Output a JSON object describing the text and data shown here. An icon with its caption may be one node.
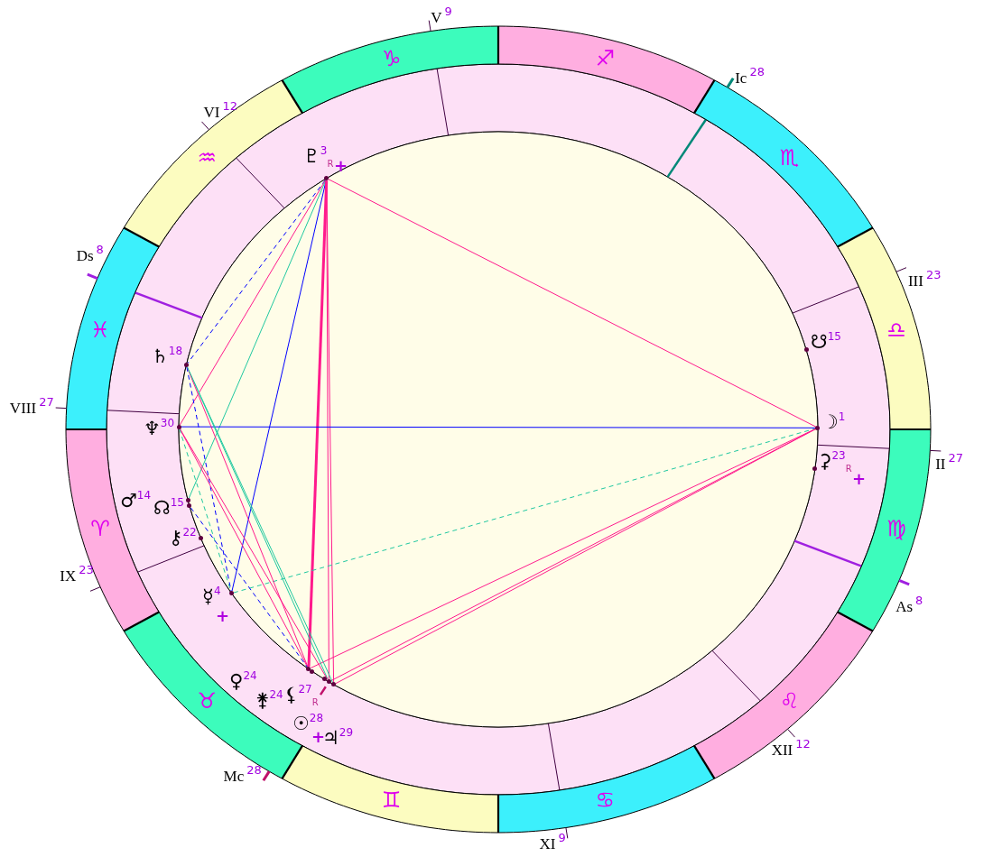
{
  "diagram": {
    "nodes": [
      {
        "text": [
          "♑"
        ]
      },
      {
        "text": [
          "♐"
        ]
      },
      {
        "text": [
          "♏"
        ]
      },
      {
        "text": [
          "♒"
        ]
      },
      {
        "text": [
          "♎"
        ]
      },
      {
        "text": [
          "♓"
        ]
      },
      {
        "text": [
          "♍"
        ]
      },
      {
        "text": [
          "♈"
        ]
      },
      {
        "text": [
          "♌"
        ]
      },
      {
        "text": [
          "♉"
        ]
      },
      {
        "text": [
          "♊"
        ]
      },
      {
        "text": [
          "♋"
        ]
      },
      {
        "text": [
          "V$^{9}$"
        ]
      },
      {
        "text": [
          "Ic$^{28}$"
        ]
      },
      {
        "text": [
          "VI$^{12}$"
        ]
      },
      {
        "text": [
          "Ds$^{8}$"
        ]
      },
      {
        "text": [
          "III$^{23}$"
        ]
      },
      {
        "text": [
          "VIII$^{27}$"
        ]
      },
      {
        "text": [
          "II$^{27}$"
        ]
      },
      {
        "text": [
          "IX$^{23}$"
        ]
      },
      {
        "text": [
          "As$^{8}$"
        ]
      },
      {
        "text": [
          "XII$^{12}$"
        ]
      },
      {
        "text": [
          "Mc$^{28}$"
        ]
      },
      {
        "text": [
          "XI$^{9}$"
        ]
      },
      {
        "text": [],
        "shape": "circle",
        "beside": [
          "♇$^{3}$$_{R}$",
          "+"
        ]
      },
      {
        "text": [],
        "shape": "circle",
        "beside": [
          "☋$^{15}$"
        ]
      },
      {
        "text": [],
        "shape": "circle",
        "beside": [
          "♄$^{18}$"
        ]
      },
      {
        "text": [],
        "shape": "circle",
        "beside": [
          "♆$^{30}$"
        ]
      },
      {
        "text": [],
        "shape": "circle",
        "beside": [
          "☽$^{1}$"
        ]
      },
      {
        "text": [],
        "shape": "circle",
        "beside": [
          "⚳$^{23}$$_{R}$",
          "+"
        ]
      },
      {
        "text": [],
        "shape": "circle"
      },
      {
        "text": [],
        "shape": "circle",
        "beside": [
          "☊$^{15}$"
        ]
      },
      {
        "text": [],
        "shape": "circle",
        "beside": [
          "⚷$^{22}$"
        ]
      },
      {
        "text": [],
        "shape": "circle",
        "beside": [
          "☿$^{4}$",
          "+"
        ]
      },
      {
        "text": [],
        "shape": "circle"
      },
      {
        "text": [],
        "shape": "circle",
        "beside": [
          "⚸$^{27}$$_{R}$"
        ]
      },
      {
        "text": [],
        "shape": "circle"
      },
      {
        "text": [],
        "shape": "circle",
        "beside": [
          "☉$^{28}$",
          "+"
        ]
      },
      {
        "text": [],
        "shape": "circle"
      }
    ],
    "edges": [
      {
        "from": 24,
        "to": 28,
        "arrow": "none"
      },
      {
        "from": 24,
        "to": 26,
        "arrow": "none",
        "style": "dashed",
        "color": "#0000ff"
      },
      {
        "from": 24,
        "to": 27,
        "arrow": "none"
      },
      {
        "from": 24,
        "to": 30,
        "arrow": "none",
        "color": "#20c8a0"
      },
      {
        "from": 24,
        "to": 33,
        "arrow": "none",
        "color": "#0000ff"
      },
      {
        "from": 24,
        "to": 34,
        "arrow": "none",
        "style": "thick"
      },
      {
        "from": 24,
        "to": 37,
        "arrow": "none"
      },
      {
        "from": 24,
        "to": 38,
        "arrow": "none"
      },
      {
        "from": 27,
        "to": 28,
        "arrow": "none",
        "color": "#0000ff"
      },
      {
        "from": 33,
        "to": 28,
        "arrow": "none",
        "style": "dashed",
        "color": "#20c8a0"
      },
      {
        "from": 34,
        "to": 28,
        "arrow": "none"
      },
      {
        "from": 37,
        "to": 28,
        "arrow": "none"
      },
      {
        "from": 38,
        "to": 28,
        "arrow": "none"
      },
      {
        "from": 26,
        "to": 37,
        "arrow": "none",
        "color": "#20c8a0"
      },
      {
        "from": 26,
        "to": 34,
        "arrow": "none"
      },
      {
        "from": 26,
        "to": 33,
        "arrow": "none",
        "style": "dashed",
        "color": "#0000ff"
      },
      {
        "from": 27,
        "to": 34,
        "arrow": "none"
      },
      {
        "from": 27,
        "to": 37,
        "arrow": "none"
      },
      {
        "from": 27,
        "to": 33,
        "arrow": "none",
        "style": "dashed",
        "color": "#20c8a0"
      },
      {
        "from": 26,
        "to": 38,
        "arrow": "none",
        "color": "#20c8a0"
      },
      {
        "from": 31,
        "to": 34,
        "arrow": "none",
        "style": "dashed",
        "color": "#0000ff"
      },
      {
        "from": 12,
        "to": 0,
        "arrow": "none",
        "color": "#400040"
      },
      {
        "from": 13,
        "to": 2,
        "arrow": "none",
        "style": "thick",
        "color": "#008878"
      },
      {
        "from": 14,
        "to": 3,
        "arrow": "none",
        "color": "#400040"
      },
      {
        "from": 15,
        "to": 5,
        "arrow": "none",
        "style": "thick",
        "color": "#a020e0"
      },
      {
        "from": 16,
        "to": 4,
        "arrow": "none",
        "color": "#400040"
      },
      {
        "from": 17,
        "to": 5,
        "arrow": "none",
        "color": "#400040"
      },
      {
        "from": 18,
        "to": 6,
        "arrow": "none",
        "color": "#400040"
      },
      {
        "from": 19,
        "to": 7,
        "arrow": "none",
        "color": "#400040"
      },
      {
        "from": 20,
        "to": 6,
        "arrow": "none",
        "style": "thick",
        "color": "#a020e0"
      },
      {
        "from": 21,
        "to": 8,
        "arrow": "none",
        "color": "#400040"
      },
      {
        "from": 22,
        "to": 9,
        "arrow": "none",
        "style": "thick",
        "color": "#c0106a"
      },
      {
        "from": 23,
        "to": 11,
        "arrow": "none",
        "color": "#400040"
      }
    ],
    "labels": [
      "♂$^{14}$",
      "♀$^{24}$",
      "⚵$^{24}$",
      "♃$^{29}$"
    ]
  }
}
